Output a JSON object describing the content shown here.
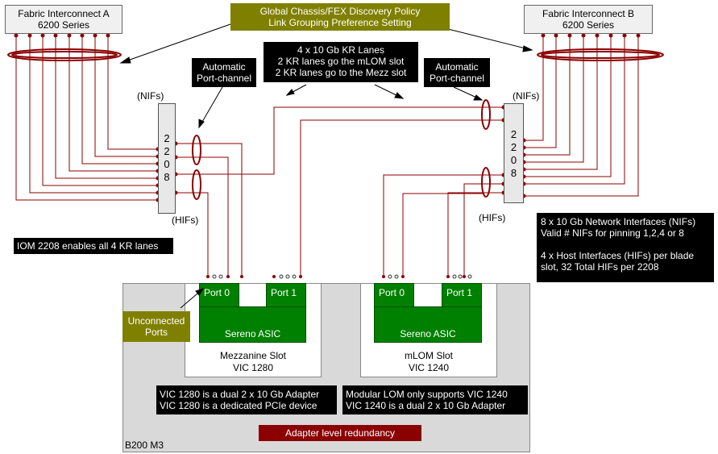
{
  "fi_a": {
    "title": "Fabric Interconnect A",
    "series": "6200 Series"
  },
  "fi_b": {
    "title": "Fabric Interconnect B",
    "series": "6200 Series"
  },
  "policy": {
    "line1": "Global Chassis/FEX Discovery Policy",
    "line2": "Link Grouping Preference Setting"
  },
  "kr_lanes": {
    "line1": "4 x 10 Gb KR Lanes",
    "line2": "2 KR lanes go the mLOM slot",
    "line3": "2 KR lanes go to the Mezz slot"
  },
  "auto_pc_left": {
    "line1": "Automatic",
    "line2": "Port-channel"
  },
  "auto_pc_right": {
    "line1": "Automatic",
    "line2": "Port-channel"
  },
  "iom_left": {
    "label": "2208",
    "nifs": "(NIFs)",
    "hifs": "(HIFs)"
  },
  "iom_right": {
    "label": "2208",
    "nifs": "(NIFs)",
    "hifs": "(HIFs)"
  },
  "iom_note": "IOM 2208 enables all 4 KR lanes",
  "nif_note": {
    "line1": "8 x 10 Gb Network Interfaces (NIFs)",
    "line2": "Valid # NIFs for pinning 1,2,4 or 8",
    "line3": "4 x Host Interfaces (HIFs) per blade",
    "line4": "slot, 32 Total HIFs per 2208"
  },
  "mezz": {
    "port0": "Port 0",
    "port1": "Port 1",
    "asic": "Sereno ASIC",
    "slot": "Mezzanine Slot",
    "model": "VIC 1280"
  },
  "mlom": {
    "port0": "Port 0",
    "port1": "Port 1",
    "asic": "Sereno ASIC",
    "slot": "mLOM Slot",
    "model": "VIC 1240"
  },
  "unconnected": {
    "line1": "Unconnected",
    "line2": "Ports"
  },
  "vic1280_note": {
    "line1": "VIC 1280 is a dual 2 x 10 Gb Adapter",
    "line2": "VIC 1280 is a dedicated PCIe device"
  },
  "vic1240_note": {
    "line1": "Modular LOM only supports VIC 1240",
    "line2": "VIC 1240 is a dual 2 x 10 Gb Adapter"
  },
  "redundancy": "Adapter level redundancy",
  "blade": "B200 M3",
  "colors": {
    "wire": "#8b0000",
    "olive": "#808000",
    "green": "#008000",
    "red": "#8b0000"
  }
}
